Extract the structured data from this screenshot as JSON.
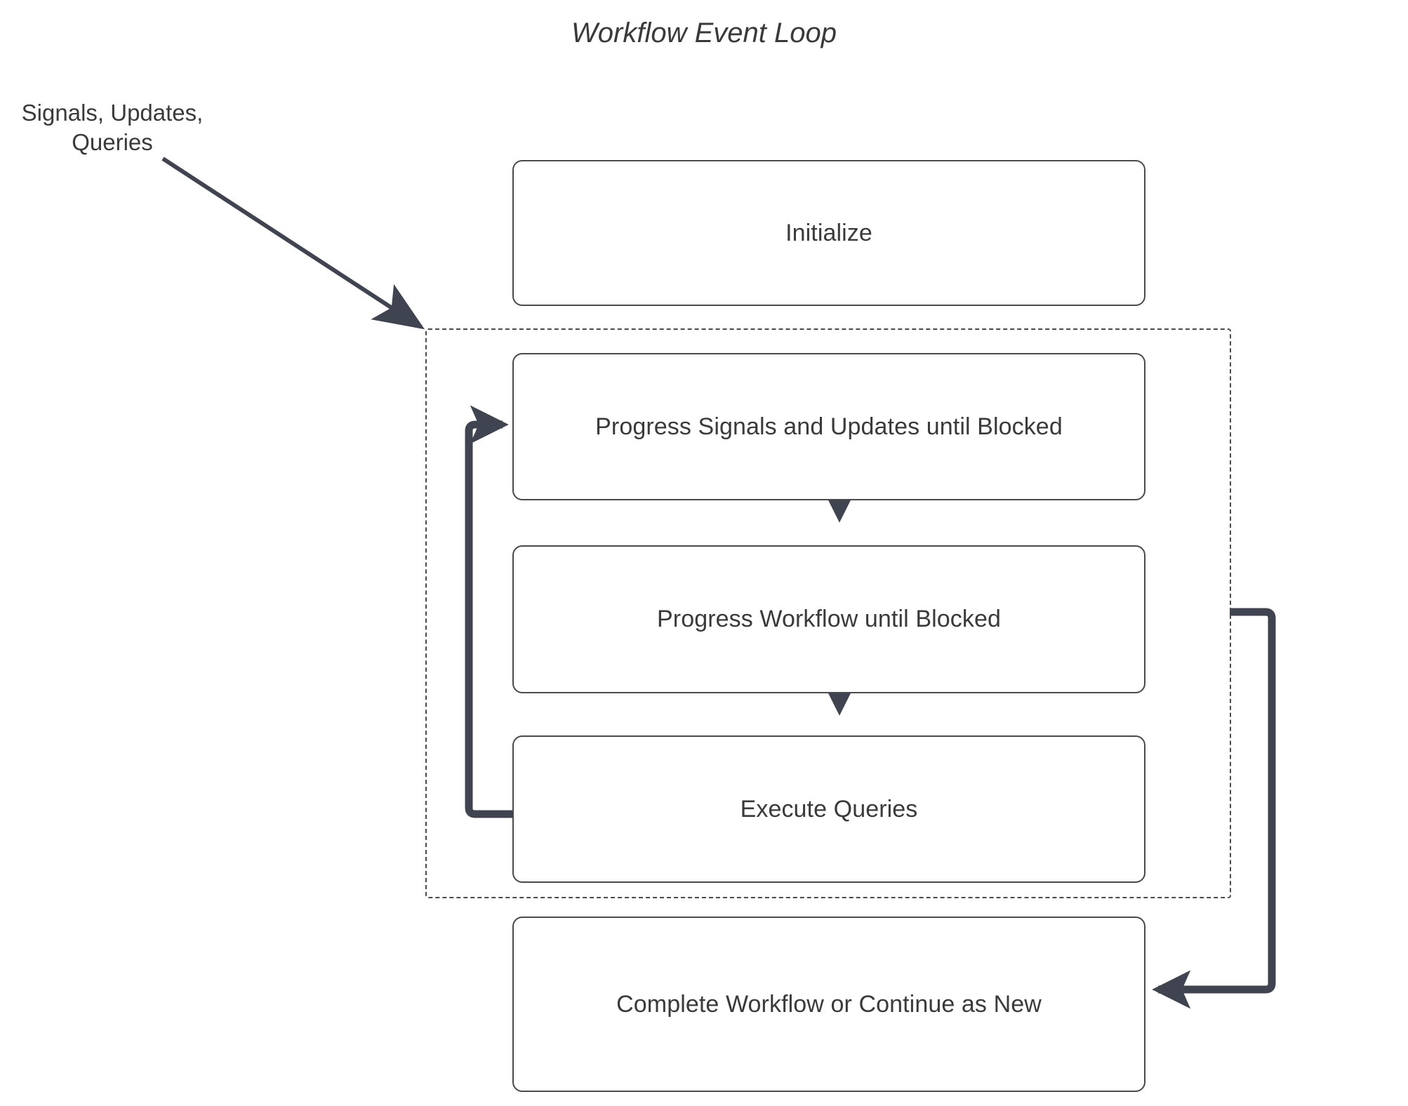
{
  "diagram": {
    "title": "Workflow Event Loop",
    "type": "flowchart",
    "background_color": "#ffffff",
    "node_border_color": "#4a4a4a",
    "edge_color": "#3f4450",
    "text_color": "#3a3a3a"
  },
  "labels": {
    "incoming_edge_line1": "Signals, Updates,",
    "incoming_edge_line2": "Queries"
  },
  "nodes": {
    "initialize": {
      "label": "Initialize"
    },
    "progress_signals": {
      "label": "Progress Signals and Updates until Blocked"
    },
    "progress_workflow": {
      "label": "Progress Workflow until Blocked"
    },
    "execute_queries": {
      "label": "Execute Queries"
    },
    "complete_workflow": {
      "label": "Complete Workflow or Continue as New"
    }
  },
  "group": {
    "name": "event-loop-group",
    "style": "dashed"
  },
  "edges": [
    {
      "from": "signals-updates-queries",
      "to": "event-loop-group",
      "style": "solid-diagonal"
    },
    {
      "from": "progress-signals",
      "to": "progress-workflow",
      "style": "solid-vertical"
    },
    {
      "from": "progress-workflow",
      "to": "execute-queries",
      "style": "solid-vertical"
    },
    {
      "from": "execute-queries",
      "to": "progress-signals",
      "style": "loop-back-left"
    },
    {
      "from": "event-loop-group",
      "to": "complete-workflow",
      "style": "loop-right"
    }
  ]
}
